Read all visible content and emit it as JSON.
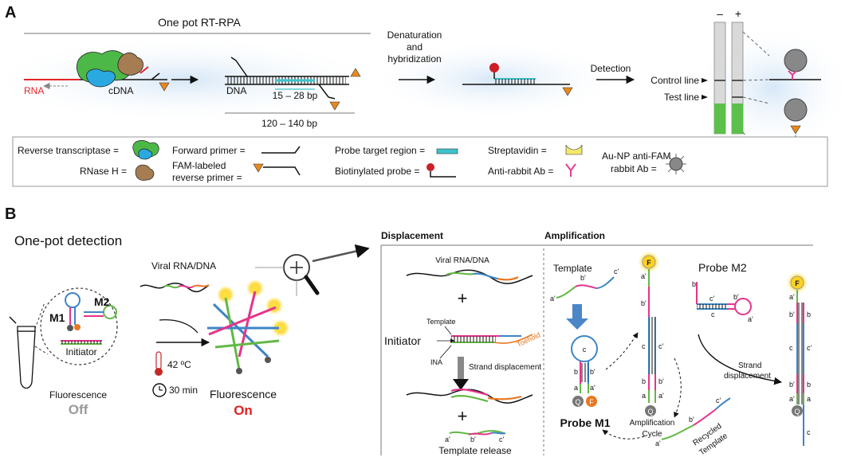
{
  "panel_a": {
    "label": "A",
    "one_pot_title": "One pot RT-RPA",
    "rna": "RNA",
    "cdna": "cDNA",
    "dna": "DNA",
    "bp_probe": "15 – 28 bp",
    "bp_amplicon": "120 – 140 bp",
    "denat_1": "Denaturation",
    "denat_2": "and",
    "denat_3": "hybridization",
    "detection": "Detection",
    "minus": "–",
    "plus": "+",
    "control_line": "Control line",
    "test_line": "Test line",
    "legend": {
      "reverse_transcriptase": "Reverse transcriptase =",
      "rnase_h": "RNase H =",
      "forward_primer": "Forward primer =",
      "fam_primer_1": "FAM-labeled",
      "fam_primer_2": "reverse primer =",
      "probe_target": "Probe target region =",
      "biotin_probe": "Biotinylated probe =",
      "streptavidin": "Streptavidin =",
      "anti_rabbit": "Anti-rabbit Ab =",
      "aunp_1": "Au-NP anti-FAM",
      "aunp_2": "rabbit Ab ="
    },
    "colors": {
      "rt_green": "#4cb848",
      "rt_blue": "#29a9e0",
      "rnase": "#a67c52",
      "fam": "#e8891c",
      "cyan": "#3cc4cc",
      "probe_red": "#cc1f26",
      "strep": "#f2e86b",
      "anti_rabbit": "#e83e8c",
      "rna_red": "#e5232b",
      "glow": "#dcebf8"
    }
  },
  "panel_b": {
    "label": "B",
    "title": "One-pot detection",
    "m1": "M1",
    "m2": "M2",
    "f": "F",
    "q": "Q",
    "initiator_small": "Initiator",
    "viral": "Viral RNA/DNA",
    "temp": "42 ºC",
    "time": "30 min",
    "fluor_off_1": "Fluorescence",
    "fluor_off_2": "Off",
    "fluor_on_1": "Fluorescence",
    "fluor_on_2": "On",
    "displacement": "Displacement",
    "amplification": "Amplification",
    "viral2": "Viral RNA/DNA",
    "template": "Template",
    "initiator": "Initiator",
    "toehold": "Toehold",
    "ina": "INA",
    "strand_disp": "Strand displacement",
    "template_release": "Template release",
    "template2": "Template",
    "probe_m1": "Probe M1",
    "probe_m2": "Probe M2",
    "amp_cycle_1": "Amplification",
    "amp_cycle_2": "Cycle",
    "strand_disp2_1": "Strand",
    "strand_disp2_2": "displacement",
    "recycled_1": "Recycled",
    "recycled_2": "Template",
    "seg_a": "a",
    "seg_b": "b",
    "seg_c": "c",
    "seg_ap": "a'",
    "seg_bp": "b'",
    "seg_cp": "c'",
    "colors": {
      "green": "#63b846",
      "magenta": "#e6338b",
      "blue": "#3d85c6",
      "orange": "#e87722",
      "yellow": "#ffd21e",
      "off_grey": "#9a9a9a",
      "on_red": "#e02020",
      "arrow_blue": "#4a86c8"
    }
  }
}
